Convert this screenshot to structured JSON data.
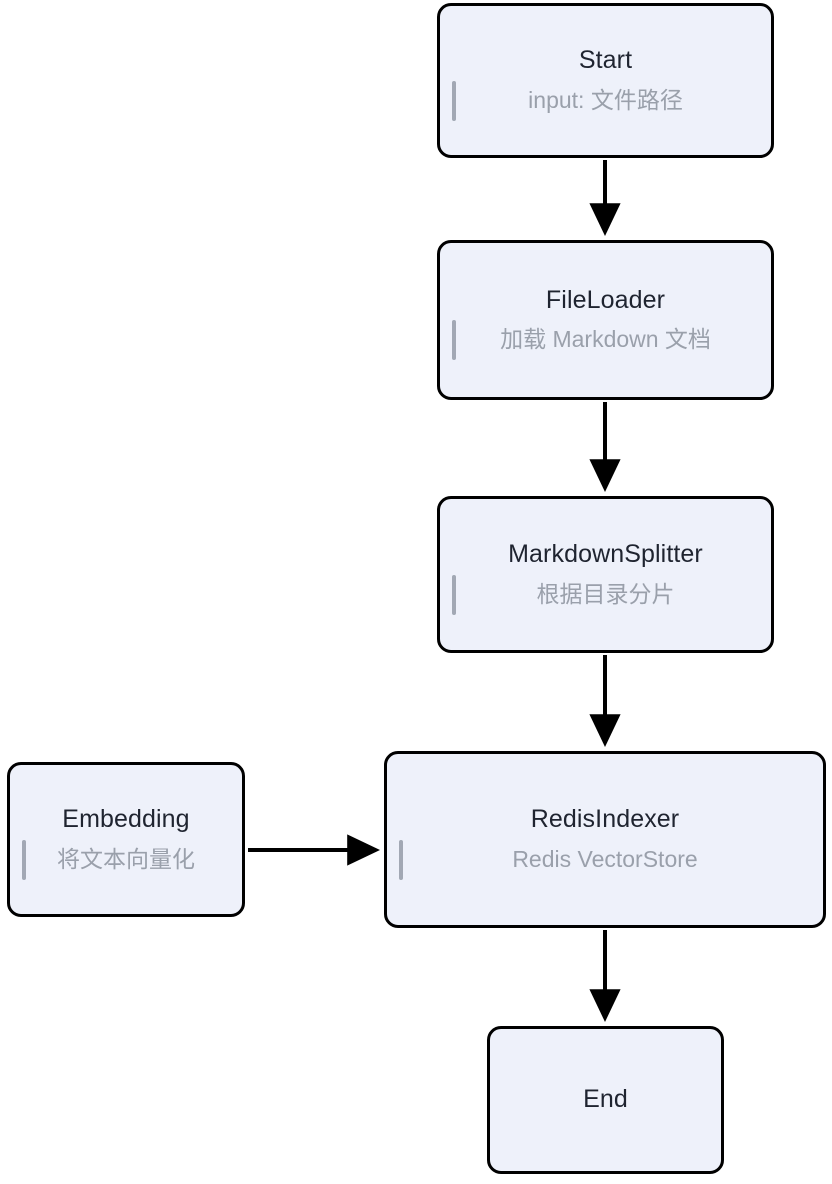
{
  "diagram": {
    "type": "flowchart",
    "direction": "top-to-bottom",
    "background_color": "#ffffff",
    "node_fill_color": "#eef1fa",
    "node_border_color": "#000000",
    "title_color": "#1f2430",
    "subtitle_color": "#9aa0ab",
    "accent_bar_color": "#a2a8b4",
    "edge_color": "#000000",
    "nodes": [
      {
        "id": "start",
        "title": "Start",
        "subtitle": "input: 文件路径"
      },
      {
        "id": "fileloader",
        "title": "FileLoader",
        "subtitle": "加载 Markdown 文档"
      },
      {
        "id": "splitter",
        "title": "MarkdownSplitter",
        "subtitle": "根据目录分片"
      },
      {
        "id": "redisindexer",
        "title": "RedisIndexer",
        "subtitle": "Redis VectorStore"
      },
      {
        "id": "embedding",
        "title": "Embedding",
        "subtitle": "将文本向量化"
      },
      {
        "id": "end",
        "title": "End",
        "subtitle": ""
      }
    ],
    "edges": [
      {
        "from": "start",
        "to": "fileloader",
        "label": "",
        "orientation": "vertical"
      },
      {
        "from": "fileloader",
        "to": "splitter",
        "label": "",
        "orientation": "vertical"
      },
      {
        "from": "splitter",
        "to": "redisindexer",
        "label": "",
        "orientation": "vertical"
      },
      {
        "from": "embedding",
        "to": "redisindexer",
        "label": "",
        "orientation": "horizontal"
      },
      {
        "from": "redisindexer",
        "to": "end",
        "label": "",
        "orientation": "vertical"
      }
    ]
  }
}
